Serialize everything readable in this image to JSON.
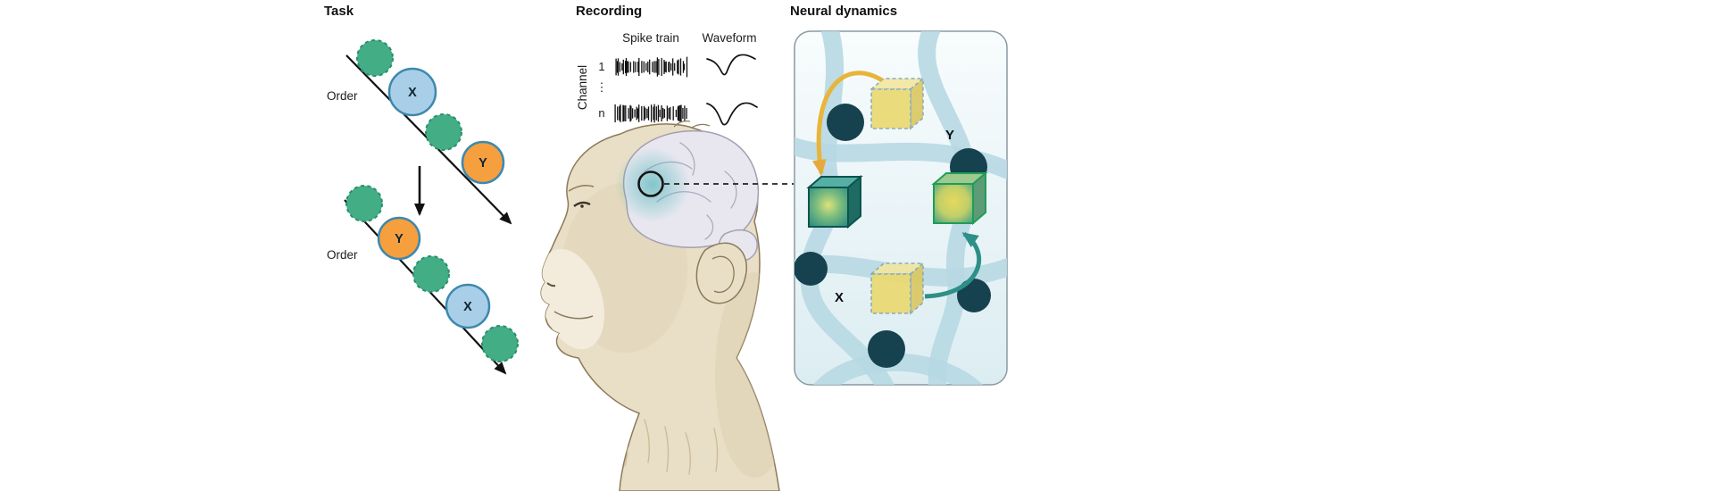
{
  "figure": {
    "panels": {
      "task": {
        "title": "Task",
        "order_label_top": "Order",
        "order_label_bottom": "Order",
        "label_x": "X",
        "label_y": "Y",
        "sequence_top": [
          "green",
          "X",
          "green",
          "Y"
        ],
        "sequence_bottom": [
          "green",
          "Y",
          "green",
          "X",
          "green"
        ]
      },
      "recording": {
        "title": "Recording",
        "spike_train_label": "Spike train",
        "waveform_label": "Waveform",
        "channel_axis_label": "Channel",
        "channel_first": "1",
        "channel_ellipsis": "⋮",
        "channel_last": "n"
      },
      "neural_dynamics": {
        "title": "Neural dynamics",
        "state_label_y": "Y",
        "state_label_x": "X"
      }
    },
    "colors": {
      "green_stimulus": "#43ad86",
      "green_outline": "#2a8f6f",
      "blue_stimulus": "#a9cfe8",
      "orange_stimulus": "#f69f3e",
      "circle_outline": "#3d88ae",
      "node_navy": "#16414f",
      "ribbon_blue": "#b7d8e3",
      "cube_yellow": "#ead972",
      "cube_teal": "#2c8c82",
      "arrow_yellow": "#e8b53a",
      "arrow_teal": "#2e8f86",
      "monkey_fur": "#e9dec6",
      "brain_gray": "#e8e7ef",
      "recording_site_teal": "#42b2b6",
      "panel_bg_light": "#f8fcfd",
      "panel_bg_dark": "#dcedf2"
    }
  }
}
